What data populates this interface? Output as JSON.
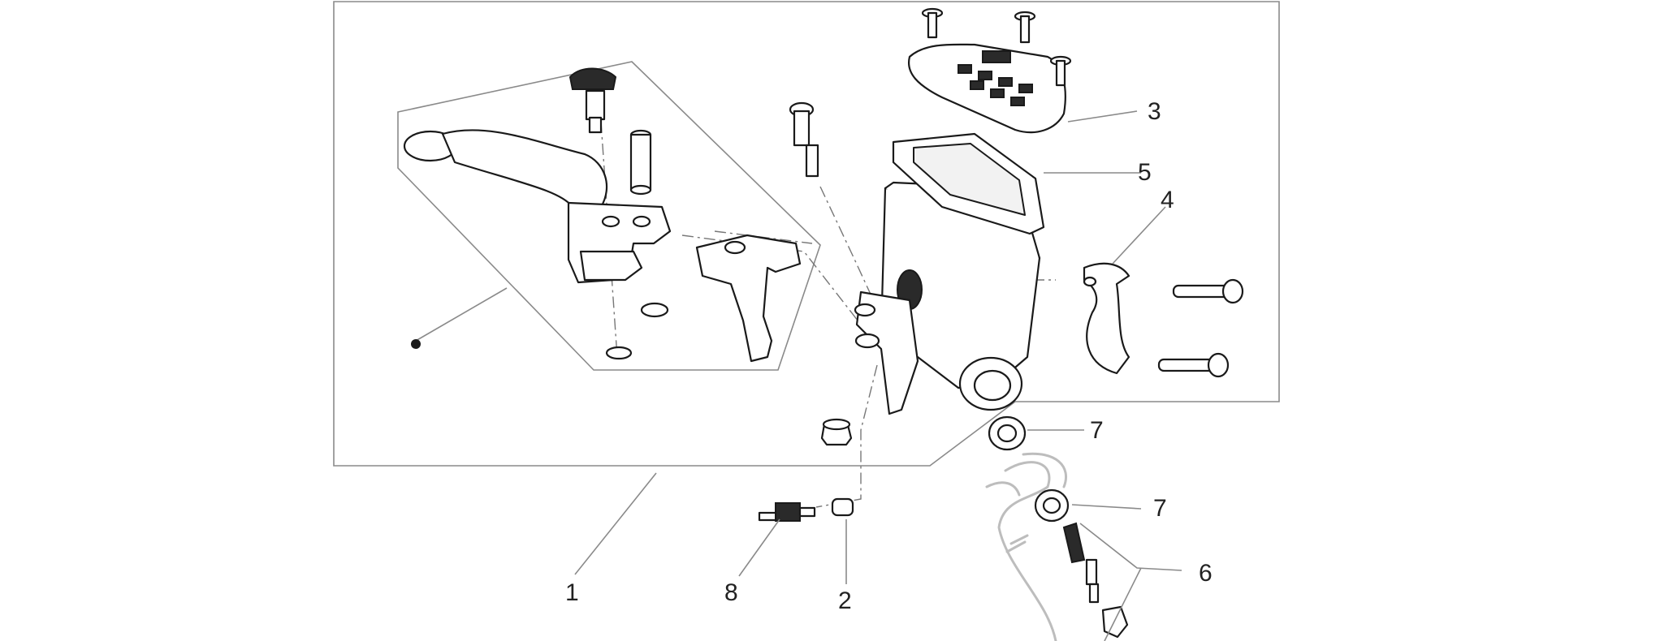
{
  "diagram": {
    "callouts": [
      {
        "id": "c1",
        "label": "1"
      },
      {
        "id": "c2",
        "label": "2"
      },
      {
        "id": "c3",
        "label": "3"
      },
      {
        "id": "c4",
        "label": "4"
      },
      {
        "id": "c5",
        "label": "5"
      },
      {
        "id": "c6",
        "label": "6"
      },
      {
        "id": "c7a",
        "label": "7"
      },
      {
        "id": "c7b",
        "label": "7"
      },
      {
        "id": "c8",
        "label": "8"
      }
    ],
    "colors": {
      "line": "#1a1a1a",
      "frame": "#8a8a8a",
      "ghost": "#bdbdbd"
    }
  }
}
